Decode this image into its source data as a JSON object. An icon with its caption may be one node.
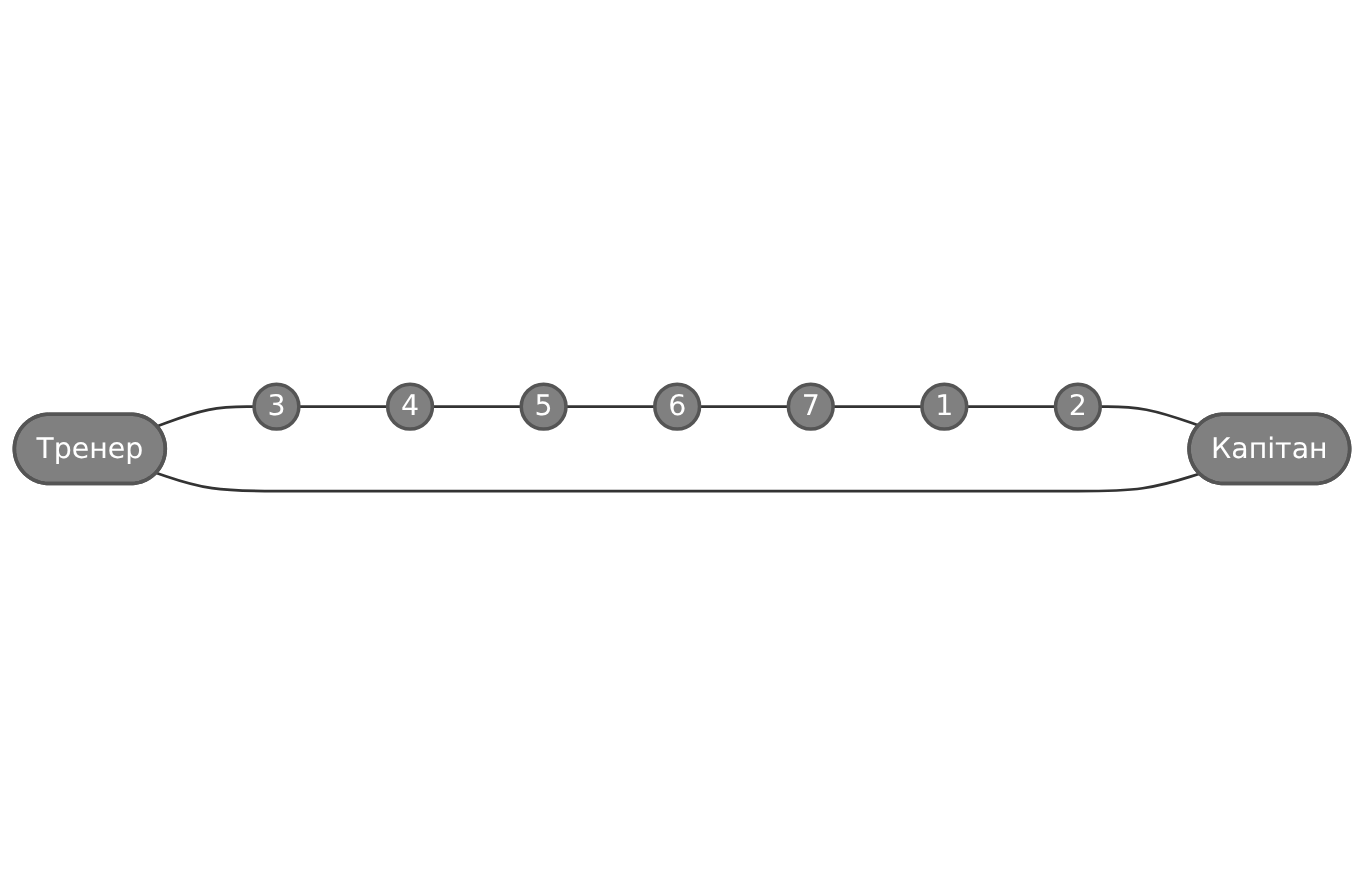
{
  "diagram": {
    "nodes": [
      {
        "text": [
          "Тренер"
        ]
      },
      {
        "text": [
          "3"
        ]
      },
      {
        "text": [
          "4"
        ]
      },
      {
        "text": [
          "5"
        ]
      },
      {
        "text": [
          "6"
        ]
      },
      {
        "text": [
          "7"
        ]
      },
      {
        "text": [
          "1"
        ]
      },
      {
        "text": [
          "2"
        ]
      },
      {
        "text": [
          "Капітан"
        ]
      }
    ],
    "edges": [
      {
        "from": 0,
        "to": 1,
        "arrow": "none"
      },
      {
        "from": 1,
        "to": 2,
        "arrow": "none"
      },
      {
        "from": 2,
        "to": 3,
        "arrow": "none"
      },
      {
        "from": 3,
        "to": 4,
        "arrow": "none"
      },
      {
        "from": 4,
        "to": 5,
        "arrow": "none"
      },
      {
        "from": 5,
        "to": 6,
        "arrow": "none"
      },
      {
        "from": 6,
        "to": 7,
        "arrow": "none"
      },
      {
        "from": 7,
        "to": 8,
        "arrow": "none"
      },
      {
        "from": 8,
        "to": 0,
        "arrow": "none"
      }
    ]
  }
}
